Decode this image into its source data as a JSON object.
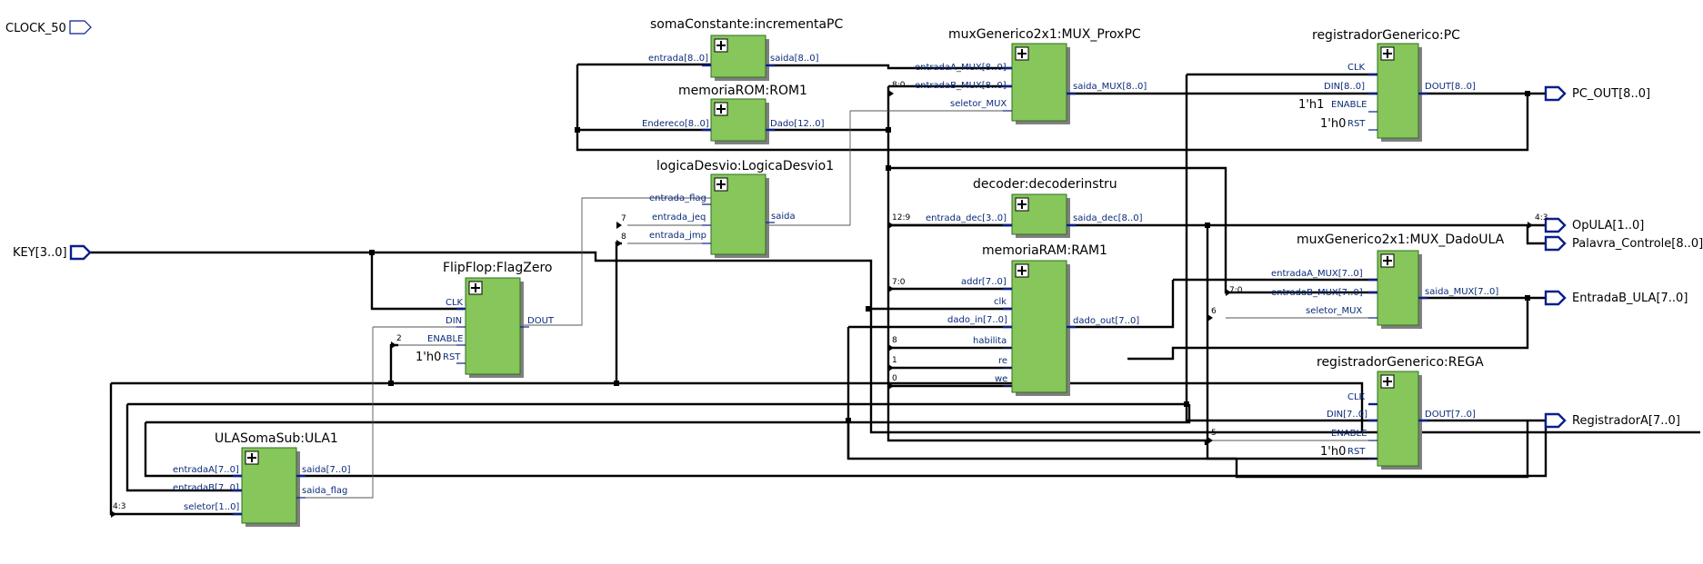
{
  "inputs": {
    "clock": "CLOCK_50",
    "key": "KEY[3..0]"
  },
  "outputs": {
    "pc_out": "PC_OUT[8..0]",
    "opula": "OpULA[1..0]",
    "palavra": "Palavra_Controle[8..0]",
    "entradab": "EntradaB_ULA[7..0]",
    "registrador": "RegistradorA[7..0]"
  },
  "blocks": {
    "incrementa": {
      "title": "somaConstante:incrementaPC",
      "in1": "entrada[8..0]",
      "out1": "saida[8..0]"
    },
    "rom": {
      "title": "memoriaROM:ROM1",
      "in1": "Endereco[8..0]",
      "out1": "Dado[12..0]"
    },
    "desvio": {
      "title": "logicaDesvio:LogicaDesvio1",
      "in1": "entrada_flag",
      "in2": "entrada_jeq",
      "in3": "entrada_jmp",
      "out1": "saida"
    },
    "flag": {
      "title": "FlipFlop:FlagZero",
      "in1": "CLK",
      "in2": "DIN",
      "in3": "ENABLE",
      "in4": "RST",
      "out1": "DOUT",
      "rst_const": "1'h0"
    },
    "ula": {
      "title": "ULASomaSub:ULA1",
      "in1": "entradaA[7..0]",
      "in2": "entradaB[7..0]",
      "in3": "seletor[1..0]",
      "out1": "saida[7..0]",
      "out2": "saida_flag"
    },
    "muxpc": {
      "title": "muxGenerico2x1:MUX_ProxPC",
      "in1": "entradaA_MUX[8..0]",
      "in2": "entradaB_MUX[8..0]",
      "in3": "seletor_MUX",
      "out1": "saida_MUX[8..0]"
    },
    "decoder": {
      "title": "decoder:decoderinstru",
      "in1": "entrada_dec[3..0]",
      "out1": "saida_dec[8..0]"
    },
    "ram": {
      "title": "memoriaRAM:RAM1",
      "in1": "addr[7..0]",
      "in2": "clk",
      "in3": "dado_in[7..0]",
      "in4": "habilita",
      "in5": "re",
      "in6": "we",
      "out1": "dado_out[7..0]"
    },
    "pc": {
      "title": "registradorGenerico:PC",
      "in1": "CLK",
      "in2": "DIN[8..0]",
      "in3": "ENABLE",
      "in4": "RST",
      "out1": "DOUT[8..0]",
      "en_const": "1'h1",
      "rst_const": "1'h0"
    },
    "muxula": {
      "title": "muxGenerico2x1:MUX_DadoULA",
      "in1": "entradaA_MUX[7..0]",
      "in2": "entradaB_MUX[7..0]",
      "in3": "seletor_MUX",
      "out1": "saida_MUX[7..0]"
    },
    "rega": {
      "title": "registradorGenerico:REGA",
      "in1": "CLK",
      "in2": "DIN[7..0]",
      "in3": "ENABLE",
      "in4": "RST",
      "out1": "DOUT[7..0]",
      "rst_const": "1'h0"
    }
  },
  "bit_labels": {
    "rom_to_mux": "8:0",
    "to_jeq": "7",
    "to_jmp": "8",
    "to_dec": "12:9",
    "to_flag_en": "2",
    "to_addr": "7:0",
    "to_hab": "8",
    "to_re": "1",
    "to_we": "0",
    "to_muxula_b": "7:0",
    "to_muxula_sel": "6",
    "to_rega_en": "5",
    "to_ula_sel": "4:3",
    "to_opula": "4:3"
  }
}
